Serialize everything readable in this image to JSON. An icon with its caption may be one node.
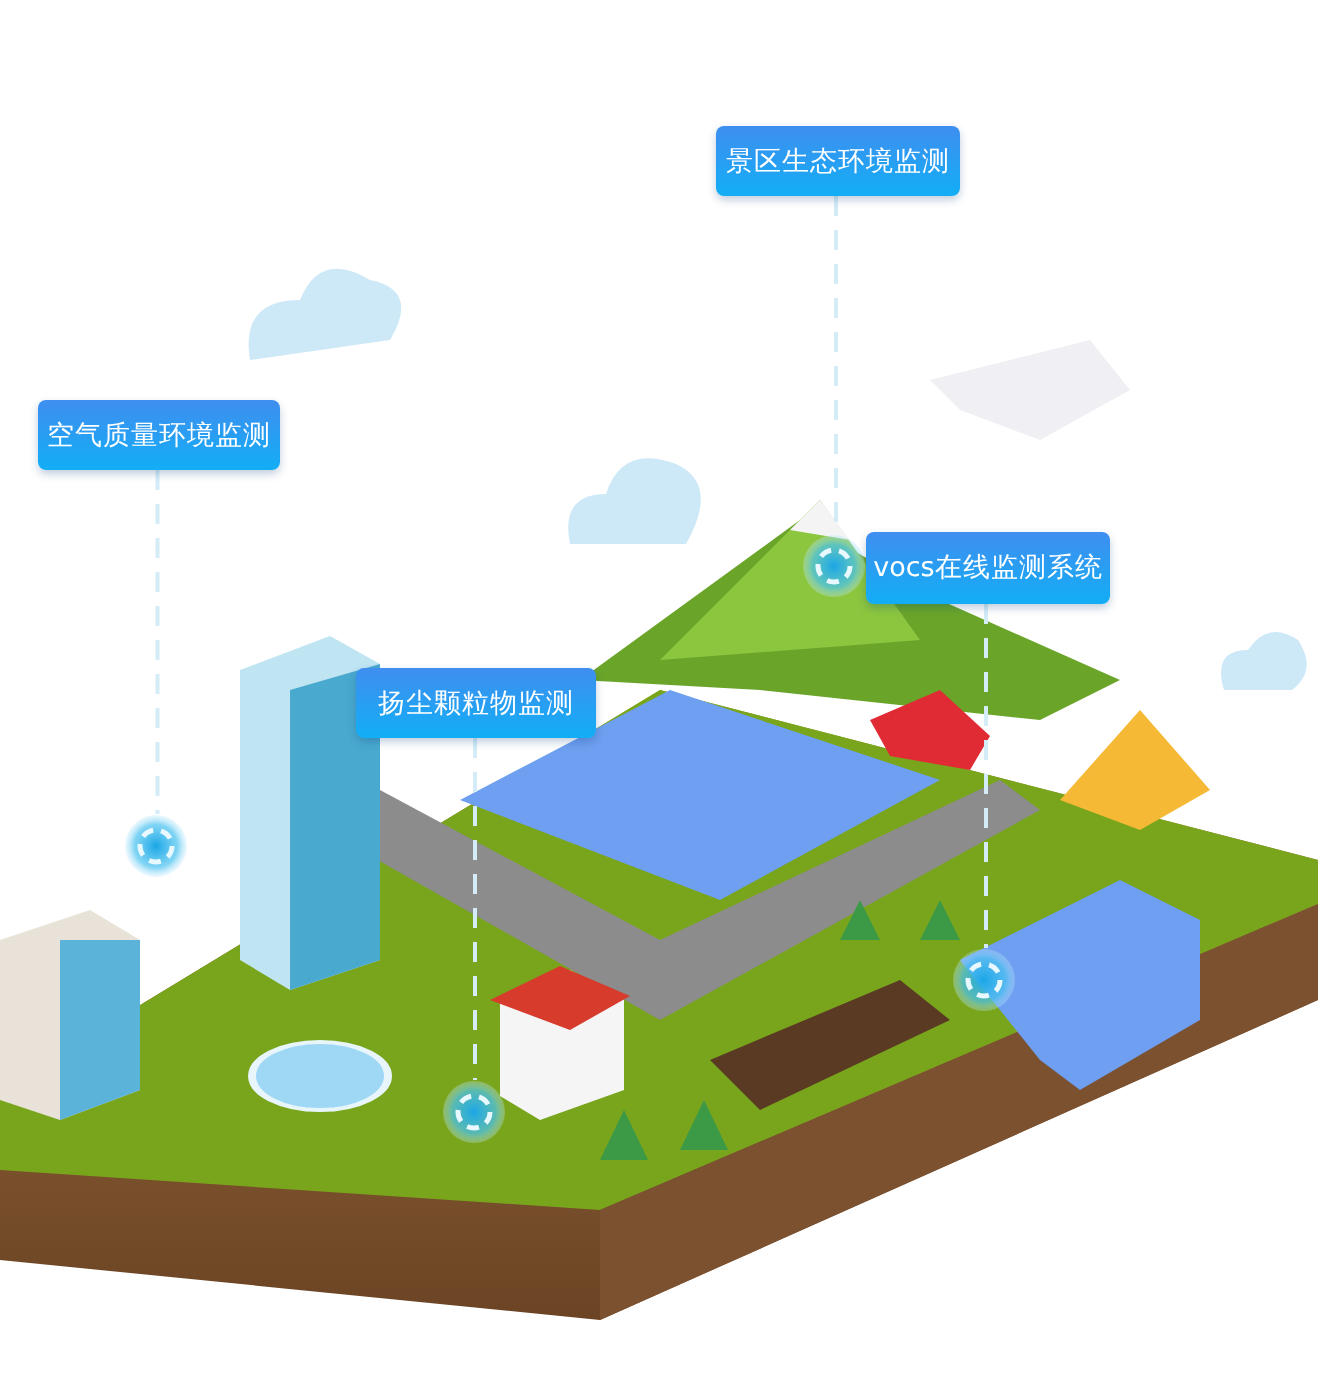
{
  "diagram": {
    "nodes": [
      {
        "text": [
          "景区生态环境监测"
        ]
      },
      {
        "text": [
          "空气质量环境监测"
        ]
      },
      {
        "text": [
          "vocs在线监测系统"
        ]
      },
      {
        "text": [
          "扬尘颗粒物监测"
        ]
      },
      {
        "text": [],
        "shape": "circle"
      },
      {
        "text": [],
        "shape": "circle"
      },
      {
        "text": [],
        "shape": "circle"
      },
      {
        "text": [],
        "shape": "circle"
      }
    ],
    "edges": [
      {
        "from": 0,
        "to": 4,
        "arrow": "none",
        "style": "dashed"
      },
      {
        "from": 1,
        "to": 5,
        "arrow": "none",
        "style": "dashed"
      },
      {
        "from": 2,
        "to": 6,
        "arrow": "none",
        "style": "dashed"
      },
      {
        "from": 3,
        "to": 7,
        "arrow": "none",
        "style": "dashed"
      }
    ]
  }
}
